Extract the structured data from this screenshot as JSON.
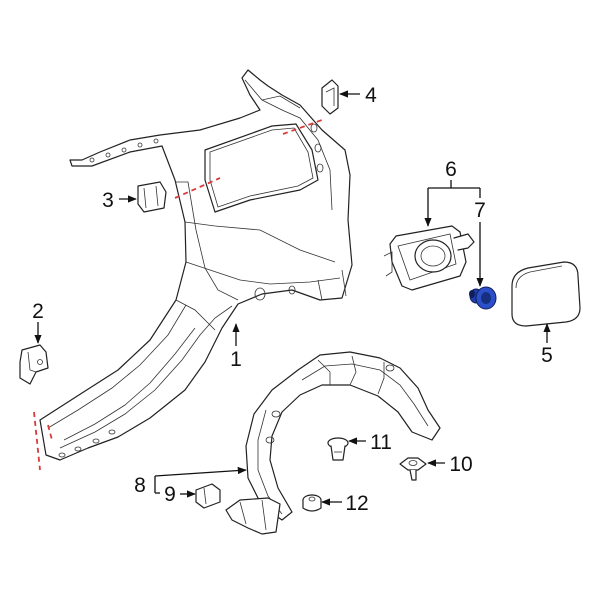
{
  "diagram": {
    "callouts": [
      {
        "id": "c1",
        "text": "1"
      },
      {
        "id": "c2",
        "text": "2"
      },
      {
        "id": "c3",
        "text": "3"
      },
      {
        "id": "c4",
        "text": "4"
      },
      {
        "id": "c5",
        "text": "5"
      },
      {
        "id": "c6",
        "text": "6"
      },
      {
        "id": "c7",
        "text": "7"
      },
      {
        "id": "c8",
        "text": "8"
      },
      {
        "id": "c9",
        "text": "9"
      },
      {
        "id": "c10",
        "text": "10"
      },
      {
        "id": "c11",
        "text": "11"
      },
      {
        "id": "c12",
        "text": "12"
      }
    ],
    "highlight_part": "7",
    "colors": {
      "line": "#222222",
      "cut_line": "#d93a3a",
      "highlight": "#1f3fa8",
      "background": "#ffffff"
    }
  }
}
